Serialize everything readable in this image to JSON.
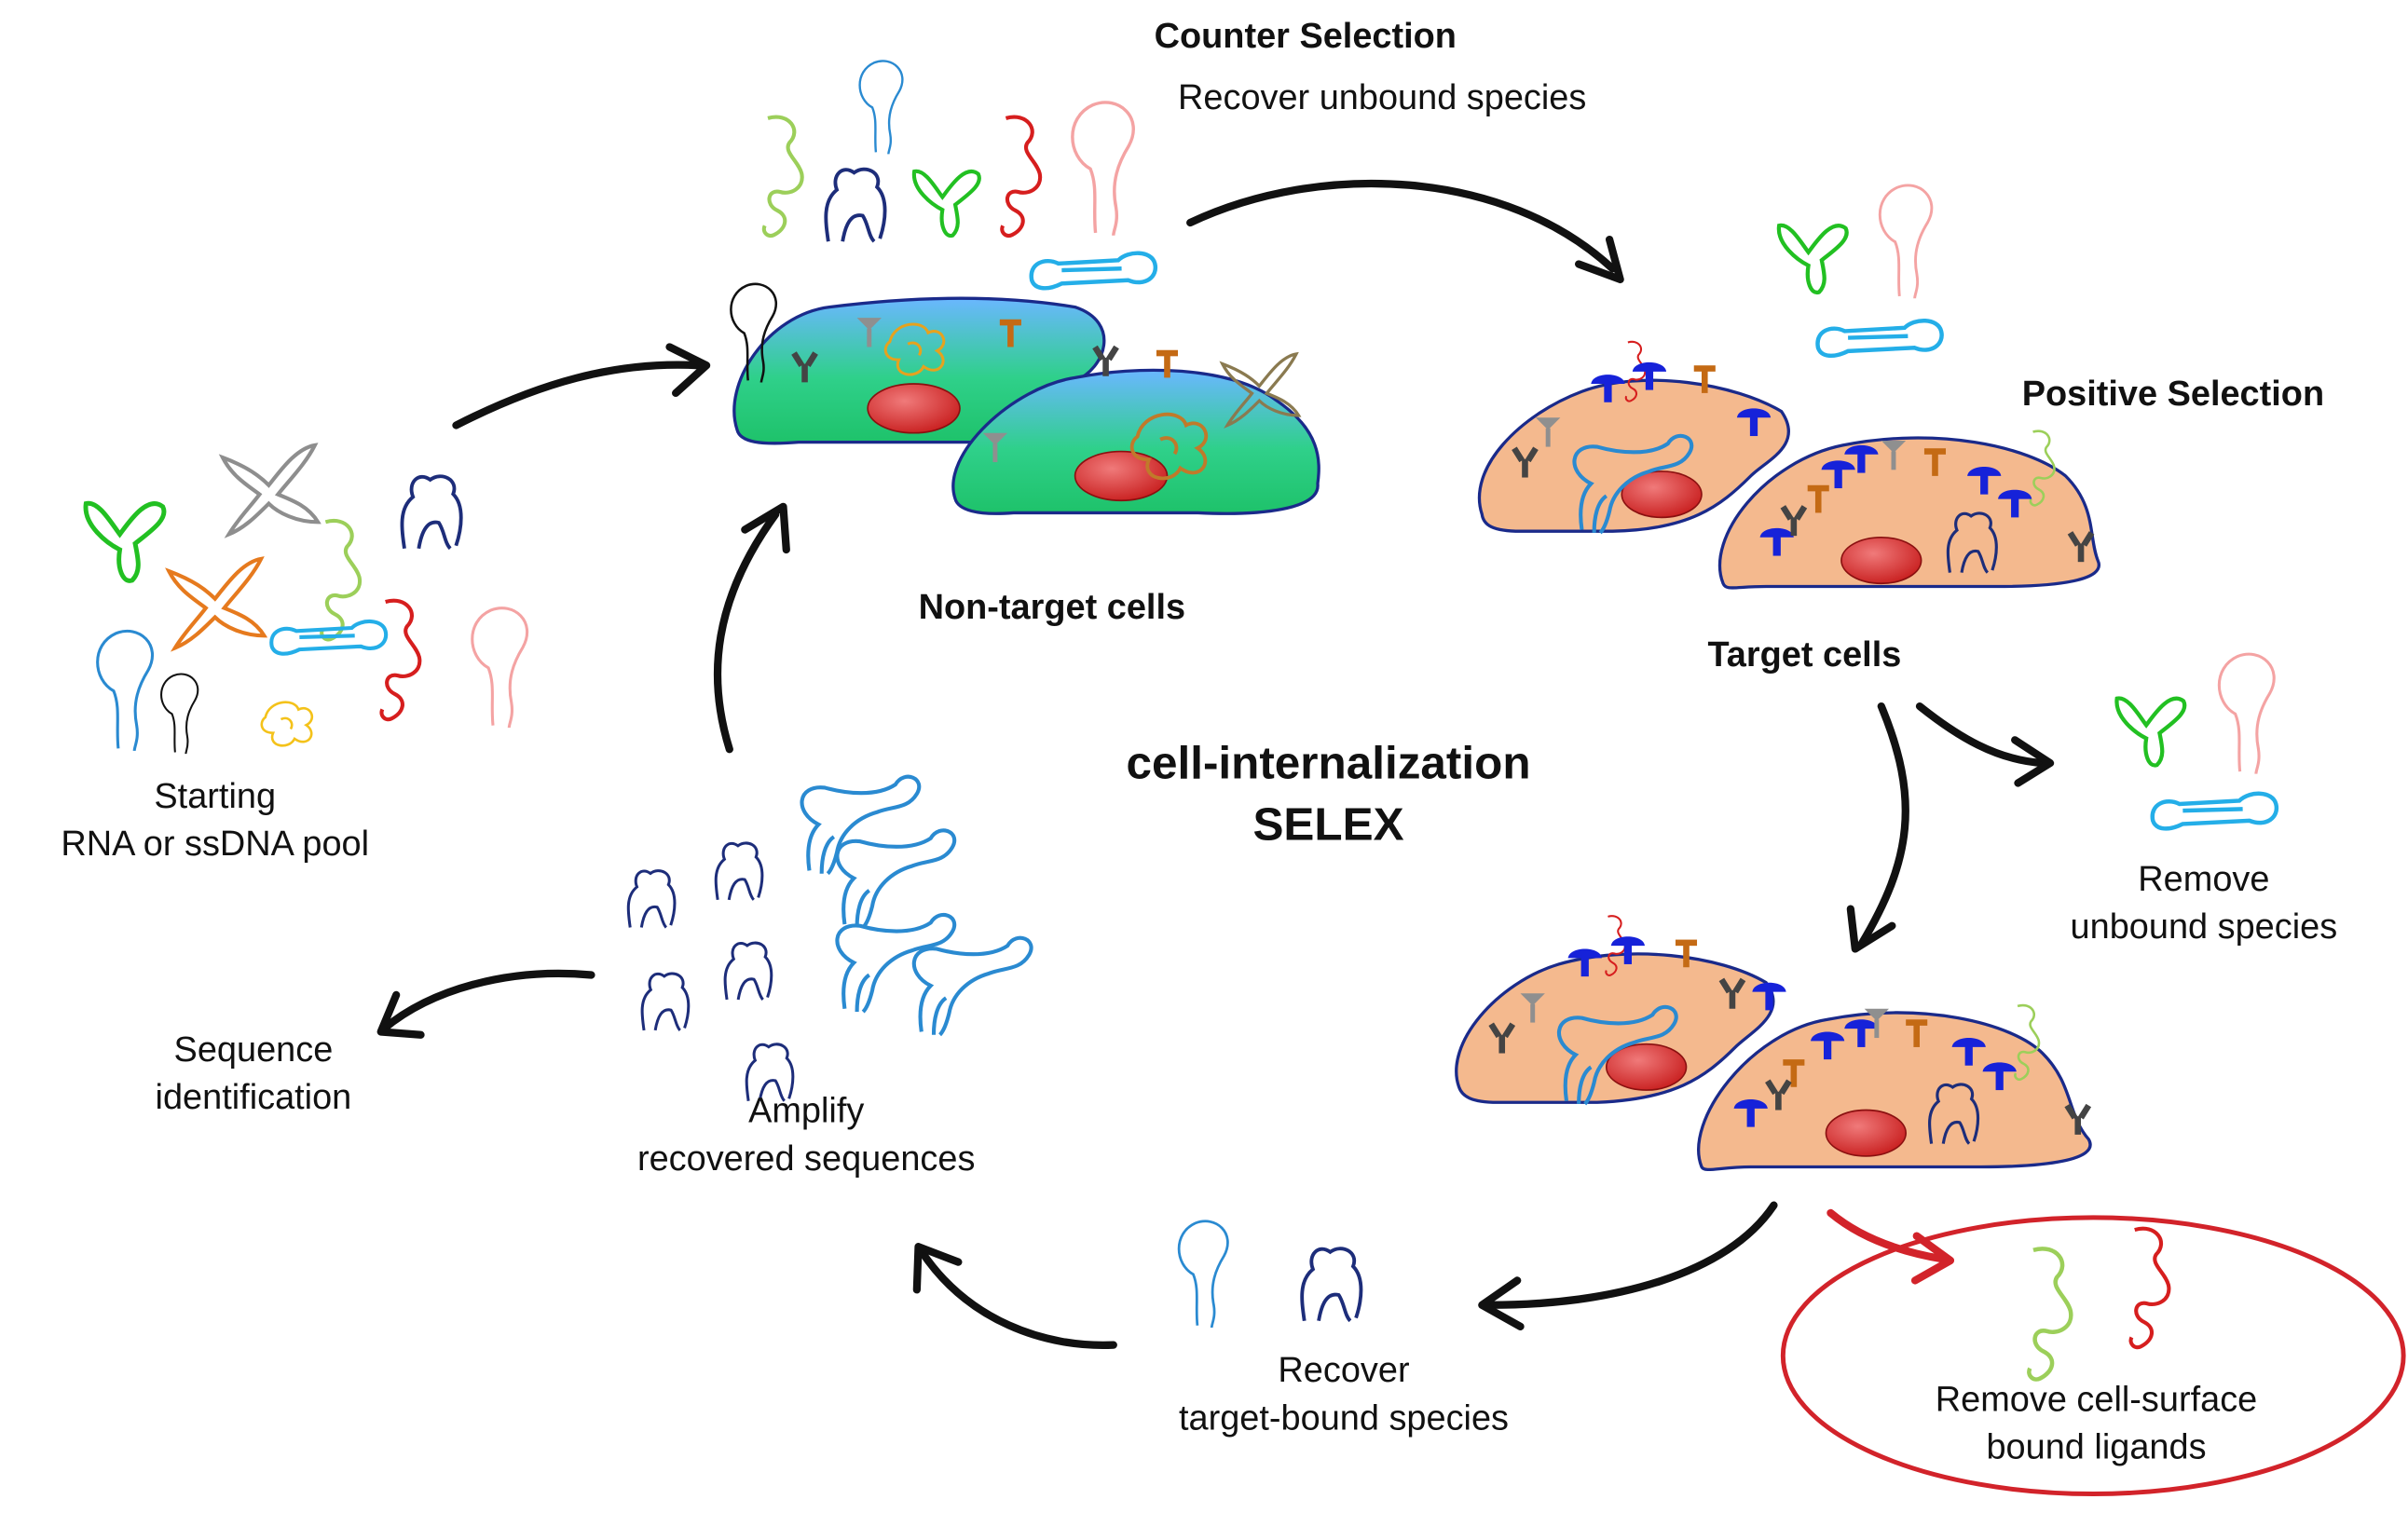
{
  "center_title": {
    "line1": "cell-internalization",
    "line2": "SELEX"
  },
  "pool": {
    "line1": "Starting",
    "line2": "RNA or ssDNA pool"
  },
  "counter": {
    "title": "Counter Selection",
    "subtitle": "Recover unbound species"
  },
  "non_target": "Non-target cells",
  "positive": "Positive Selection",
  "target": "Target cells",
  "remove_unbound": {
    "line1": "Remove",
    "line2": "unbound species"
  },
  "remove_surface": {
    "line1": "Remove cell-surface",
    "line2": "bound ligands"
  },
  "recover_bound": {
    "line1": "Recover",
    "line2": "target-bound species"
  },
  "amplify": {
    "line1": "Amplify",
    "line2": "recovered sequences"
  },
  "sequence_id": {
    "line1": "Sequence",
    "line2": "identification"
  },
  "colors": {
    "arrow": "#111111",
    "red_arrow": "#d2232a",
    "nontarget_cell": "#33c27a",
    "target_cell": "#f4b98e",
    "nucleus": "#d2232a"
  }
}
